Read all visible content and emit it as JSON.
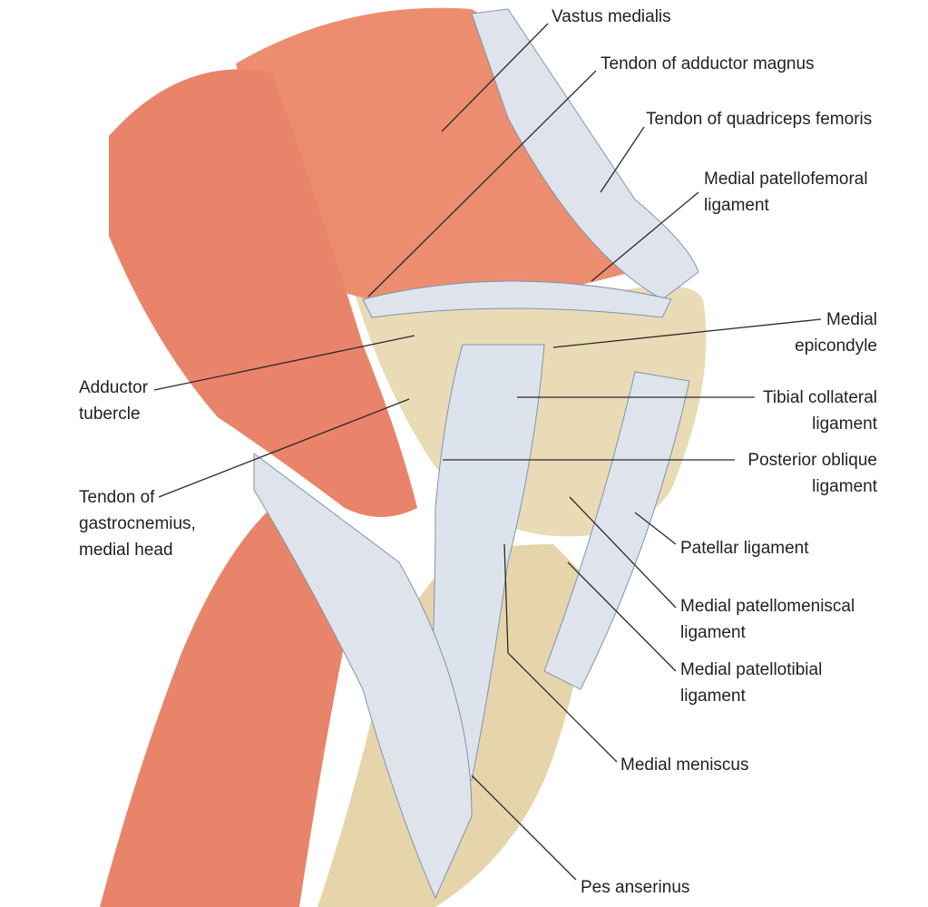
{
  "title": "Medial knee anatomy",
  "colors": {
    "muscle": "#e9876b",
    "muscle_light": "#f2a68f",
    "bone": "#e8d9b3",
    "ligament": "#dfe4ec",
    "line": "#2a2a2a"
  },
  "labels": {
    "vastus_medialis": [
      "Vastus medialis"
    ],
    "adductor_magnus": [
      "Tendon of adductor magnus"
    ],
    "quadriceps": [
      "Tendon of quadriceps femoris"
    ],
    "mpfl": [
      "Medial patellofemoral",
      "ligament"
    ],
    "epicondyle": [
      "Medial",
      "epicondyle"
    ],
    "adductor_tubercle": [
      "Adductor",
      "tubercle"
    ],
    "tibial_collateral": [
      "Tibial collateral",
      "ligament"
    ],
    "gastrocnemius": [
      "Tendon of",
      "gastrocnemius,",
      "medial head"
    ],
    "posterior_oblique": [
      "Posterior oblique",
      "ligament"
    ],
    "patellar": [
      "Patellar ligament"
    ],
    "patellomeniscal": [
      "Medial patellomeniscal",
      "ligament"
    ],
    "patellotibial": [
      "Medial patellotibial",
      "ligament"
    ],
    "meniscus": [
      "Medial meniscus"
    ],
    "pes_anserinus": [
      "Pes anserinus"
    ]
  }
}
